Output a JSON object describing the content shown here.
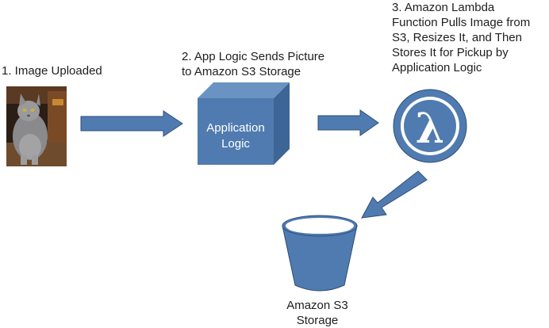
{
  "steps": {
    "step1": {
      "text": "1. Image Uploaded"
    },
    "step2": {
      "lines": [
        "2. App Logic Sends Picture",
        "to Amazon S3 Storage"
      ]
    },
    "step3": {
      "lines": [
        "3. Amazon Lambda",
        "Function Pulls Image from",
        "S3, Resizes It, and Then",
        "Stores It for Pickup by",
        "Application Logic"
      ]
    }
  },
  "app_box": {
    "lines": [
      "Application",
      "Logic"
    ]
  },
  "storage": {
    "lines": [
      "Amazon S3",
      "Storage"
    ]
  },
  "lambda": {
    "symbol": "λ"
  },
  "colors": {
    "shape_fill": "#4f7bb0",
    "shape_dark": "#3d6595",
    "shape_light": "#6a93c4",
    "outline": "#2f4f78"
  }
}
